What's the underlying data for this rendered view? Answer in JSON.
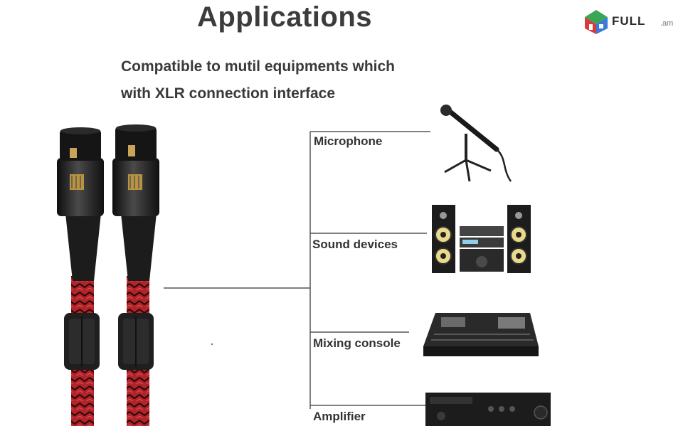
{
  "header": {
    "title": "Applications",
    "subtitle_line1": "Compatible to mutil equipments which",
    "subtitle_line2": "with XLR connection interface"
  },
  "brand": {
    "name": "FULL",
    "tld": ".am"
  },
  "devices": [
    {
      "label": "Microphone",
      "icon": "microphone-icon"
    },
    {
      "label": "Sound devices",
      "icon": "speaker-system-icon"
    },
    {
      "label": "Mixing console",
      "icon": "mixing-console-icon"
    },
    {
      "label": "Amplifier",
      "icon": "amplifier-icon"
    }
  ],
  "colors": {
    "cable_red": "#c0282c",
    "connector_black": "#1c1c1c",
    "speaker_yellow": "#e9d98a",
    "line_gray": "#555555",
    "brand_green": "#3aa655",
    "brand_red": "#d83b3b",
    "brand_blue": "#3b7bd8"
  }
}
